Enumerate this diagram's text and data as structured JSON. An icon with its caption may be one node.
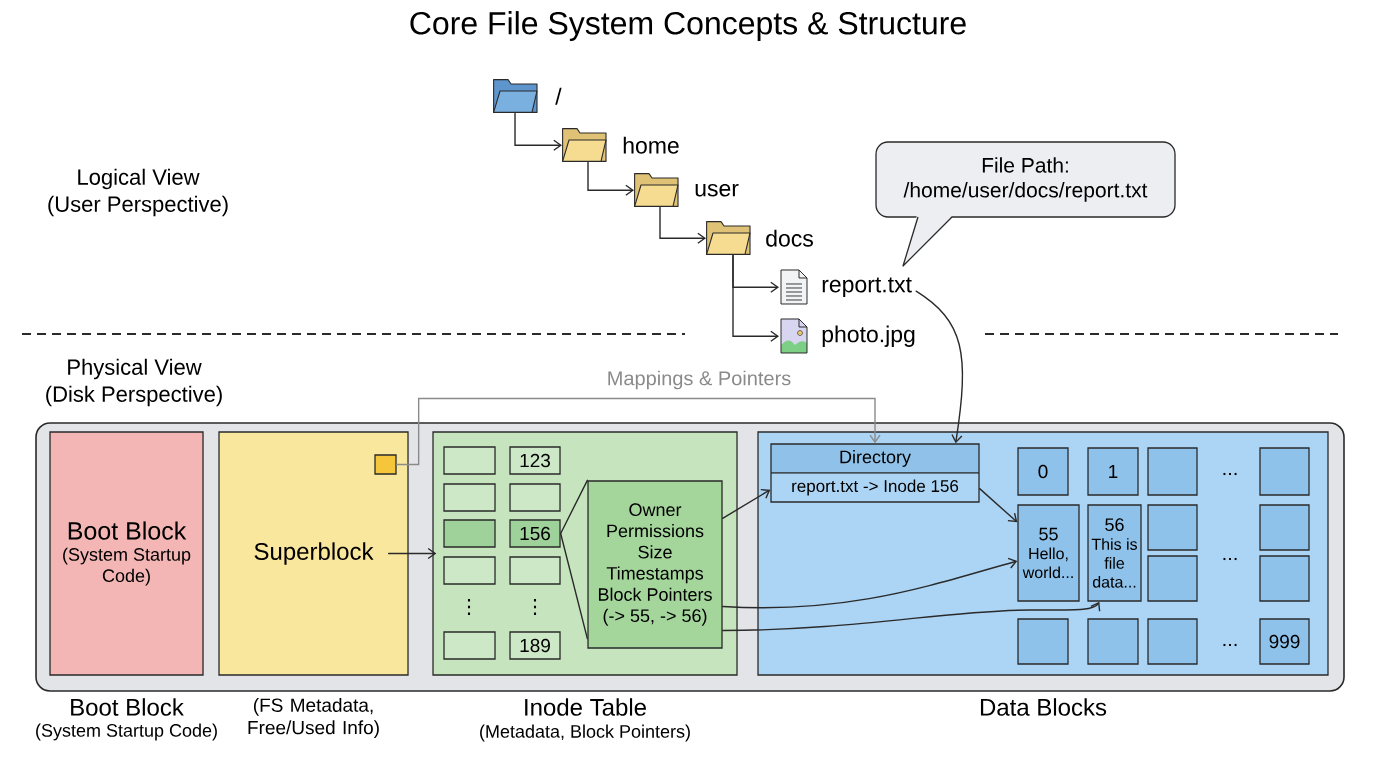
{
  "diagram": {
    "title": "Core File System Concepts & Structure",
    "nodes": [
      {
        "text": [
          "/"
        ]
      },
      {
        "text": [
          "home"
        ]
      },
      {
        "text": [
          "user"
        ]
      },
      {
        "text": [
          "docs"
        ]
      },
      {
        "text": [
          "report.txt"
        ]
      },
      {
        "text": [
          "photo.jpg"
        ]
      },
      {
        "text": [
          "File Path:",
          "/home/user/docs/report.txt"
        ]
      },
      {
        "text": [],
        "shape": "box"
      },
      {
        "text": [
          "Boot Block",
          "(System Startup Code)"
        ],
        "in": 7,
        "beside": [
          "Boot Block",
          "(System Startup Code)"
        ]
      },
      {
        "text": [
          "Superblock"
        ],
        "in": 7,
        "beside": [
          "(FS Metadata, Free/Used Info)"
        ]
      },
      {
        "text": [],
        "shape": "box",
        "in": 9
      },
      {
        "text": [],
        "shape": "box",
        "in": 7,
        "beside": [
          "Inode Table",
          "(Metadata, Block Pointers)"
        ]
      },
      {
        "text": [],
        "shape": "box",
        "in": 11
      },
      {
        "text": [
          "123"
        ],
        "in": 11
      },
      {
        "text": [],
        "shape": "box",
        "in": 11
      },
      {
        "text": [],
        "shape": "box",
        "in": 11
      },
      {
        "text": [],
        "shape": "box",
        "in": 11
      },
      {
        "text": [
          "156"
        ],
        "in": 11
      },
      {
        "text": [],
        "shape": "box",
        "in": 11
      },
      {
        "text": [],
        "shape": "box",
        "in": 11
      },
      {
        "text": [],
        "shape": "box",
        "in": 11
      },
      {
        "text": [
          "189"
        ],
        "in": 11
      },
      {
        "text": [
          "Owner",
          "Permissions",
          "Size",
          "Timestamps",
          "Block Pointers (-> 55, -> 56)"
        ],
        "in": 11
      },
      {
        "text": [],
        "shape": "box",
        "in": 7,
        "beside": [
          "Data Blocks"
        ]
      },
      {
        "text": [
          "Directory",
          "report.txt -> Inode 156"
        ],
        "in": 23
      },
      {
        "text": [
          "0"
        ],
        "in": 23
      },
      {
        "text": [
          "1"
        ],
        "in": 23
      },
      {
        "text": [],
        "shape": "box",
        "in": 23
      },
      {
        "text": [],
        "shape": "box",
        "in": 23
      },
      {
        "text": [
          "55",
          "Hello, world..."
        ],
        "in": 23
      },
      {
        "text": [
          "56",
          "This is file data..."
        ],
        "in": 23
      },
      {
        "text": [],
        "shape": "box",
        "in": 23
      },
      {
        "text": [],
        "shape": "box",
        "in": 23
      },
      {
        "text": [],
        "shape": "box",
        "in": 23
      },
      {
        "text": [],
        "shape": "box",
        "in": 23
      },
      {
        "text": [],
        "shape": "box",
        "in": 23
      },
      {
        "text": [],
        "shape": "box",
        "in": 23
      },
      {
        "text": [],
        "shape": "box",
        "in": 23
      },
      {
        "text": [
          "999"
        ],
        "in": 23
      }
    ],
    "edges": [
      {
        "from": 0,
        "to": 1,
        "arrow": "to"
      },
      {
        "from": 1,
        "to": 2,
        "arrow": "to"
      },
      {
        "from": 2,
        "to": 3,
        "arrow": "to"
      },
      {
        "from": 3,
        "to": 4,
        "arrow": "to"
      },
      {
        "from": 3,
        "to": 5,
        "arrow": "to"
      },
      {
        "from": 4,
        "to": 24,
        "arrow": "to"
      },
      {
        "from": 9,
        "to": 11,
        "arrow": "to"
      },
      {
        "from": 10,
        "to": 24,
        "arrow": "to",
        "label": "Mappings & Pointers",
        "color": "#8a8a8a"
      },
      {
        "from": 17,
        "to": 22,
        "arrow": "none"
      },
      {
        "from": 17,
        "to": 22,
        "arrow": "none"
      },
      {
        "from": 22,
        "to": 24,
        "arrow": "to"
      },
      {
        "from": 24,
        "to": 29,
        "arrow": "to"
      },
      {
        "from": 22,
        "to": 29,
        "arrow": "to"
      },
      {
        "from": 22,
        "to": 30,
        "arrow": "to"
      }
    ],
    "labels": [
      "Logical View",
      "(User Perspective)",
      "Physical View",
      "(Disk Perspective)",
      "⋮",
      "⋮",
      "...",
      "...",
      "..."
    ]
  }
}
